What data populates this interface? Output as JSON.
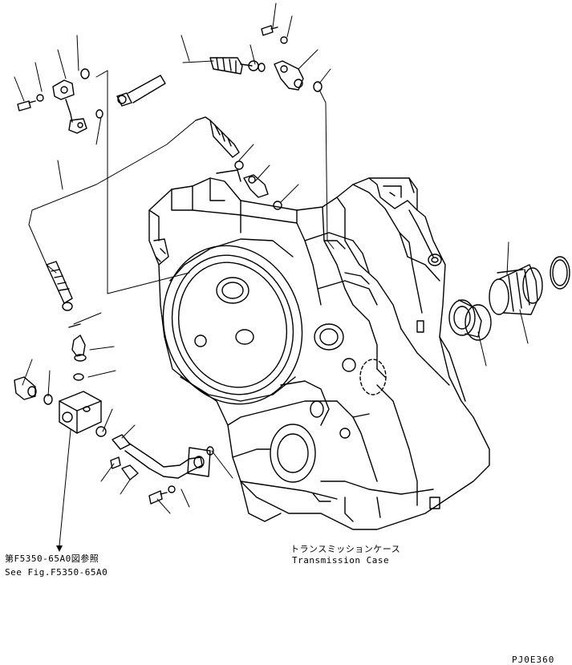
{
  "reference": {
    "jp": "第F5350-65A0図参照",
    "en": "See Fig.F5350-65A0"
  },
  "case_label": {
    "jp": "トランスミッションケース",
    "en": "Transmission Case"
  },
  "drawing_code": "PJ0E360"
}
